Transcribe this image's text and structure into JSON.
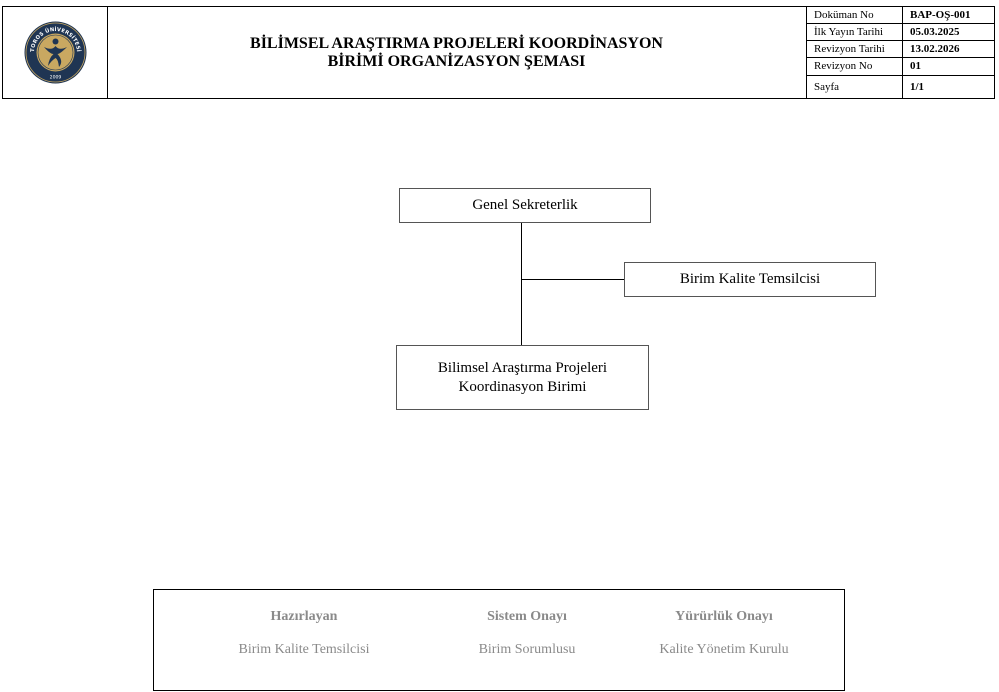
{
  "header": {
    "logo": {
      "icon": "university-seal-icon",
      "arc_text": "TOROS ÜNİVERSİTESİ",
      "year": "2009",
      "colors": {
        "ring": "#1f3553",
        "gold": "#c9a861"
      }
    },
    "title_line1": "BİLİMSEL ARAŞTIRMA PROJELERİ KOORDİNASYON",
    "title_line2": "BİRİMİ ORGANİZASYON ŞEMASI",
    "info": [
      {
        "label": "Doküman No",
        "value": "BAP-OŞ-001"
      },
      {
        "label": "İlk Yayın Tarihi",
        "value": "05.03.2025"
      },
      {
        "label": "Revizyon Tarihi",
        "value": "13.02.2026"
      },
      {
        "label": "Revizyon No",
        "value": "01"
      },
      {
        "label": "Sayfa",
        "value": "1/1"
      }
    ]
  },
  "org": {
    "top": "Genel Sekreterlik",
    "side": "Birim Kalite Temsilcisi",
    "bottom_line1": "Bilimsel Araştırma Projeleri",
    "bottom_line2": "Koordinasyon Birimi"
  },
  "footer": [
    {
      "heading": "Hazırlayan",
      "value": "Birim Kalite Temsilcisi"
    },
    {
      "heading": "Sistem Onayı",
      "value": "Birim Sorumlusu"
    },
    {
      "heading": "Yürürlük Onayı",
      "value": "Kalite Yönetim Kurulu"
    }
  ]
}
